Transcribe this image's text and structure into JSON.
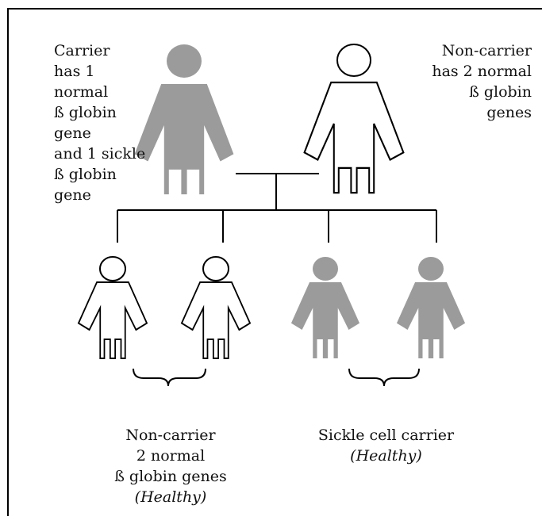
{
  "colors": {
    "carrier_fill": "#9b9b9b",
    "noncarrier_fill": "#ffffff",
    "outline": "#000000"
  },
  "parents": {
    "carrier": {
      "label": "Carrier\nhas 1\nnormal\nß globin\ngene\nand 1 sickle\nß globin\ngene",
      "status": "carrier"
    },
    "noncarrier": {
      "label": "Non-carrier\nhas 2 normal\nß globin\ngenes",
      "status": "non-carrier"
    }
  },
  "children": [
    {
      "status": "non-carrier"
    },
    {
      "status": "non-carrier"
    },
    {
      "status": "carrier"
    },
    {
      "status": "carrier"
    }
  ],
  "groups": {
    "noncarrier": {
      "title": "Non-carrier\n2 normal\nß globin genes",
      "note": "(Healthy)"
    },
    "carrier": {
      "title": "Sickle cell carrier",
      "note": "(Healthy)"
    }
  }
}
